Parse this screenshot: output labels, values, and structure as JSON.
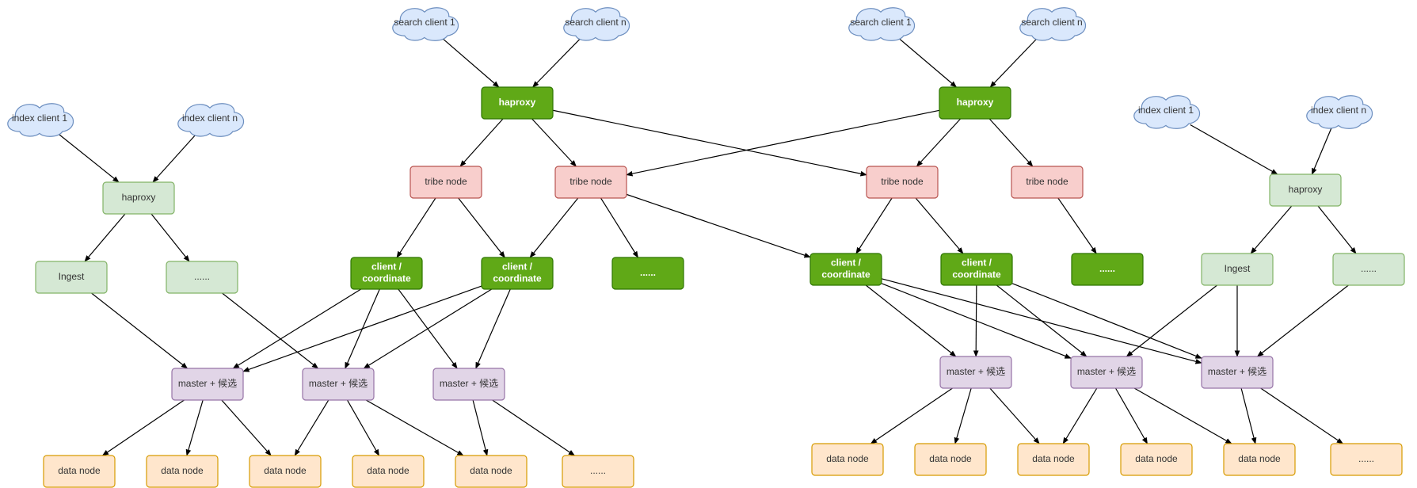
{
  "colors": {
    "cloud_fill": "#dae8fc",
    "cloud_stroke": "#6c8ebf",
    "green_light_fill": "#d5e8d4",
    "green_light_stroke": "#82b366",
    "green_dark_fill": "#60a917",
    "green_dark_stroke": "#2d7600",
    "red_fill": "#f8cecc",
    "red_stroke": "#b85450",
    "purple_fill": "#e1d5e7",
    "purple_stroke": "#9673a6",
    "orange_fill": "#ffe6cc",
    "orange_stroke": "#d79b00",
    "edge": "#000000"
  },
  "nodes": [
    {
      "id": "ic1_l",
      "kind": "cloud",
      "lines": [
        "index client 1"
      ]
    },
    {
      "id": "icn_l",
      "kind": "cloud",
      "lines": [
        "index client n"
      ]
    },
    {
      "id": "hap_l",
      "kind": "green-light",
      "lines": [
        "haproxy"
      ]
    },
    {
      "id": "ing_l",
      "kind": "green-light",
      "lines": [
        "Ingest"
      ]
    },
    {
      "id": "dots_l",
      "kind": "green-light",
      "lines": [
        "......"
      ]
    },
    {
      "id": "sc1_a",
      "kind": "cloud",
      "lines": [
        "search client 1"
      ]
    },
    {
      "id": "scn_a",
      "kind": "cloud",
      "lines": [
        "search client n"
      ]
    },
    {
      "id": "hap_a",
      "kind": "green-dark",
      "lines": [
        "haproxy"
      ]
    },
    {
      "id": "tn1",
      "kind": "red",
      "lines": [
        "tribe node"
      ]
    },
    {
      "id": "tn2",
      "kind": "red",
      "lines": [
        "tribe node"
      ]
    },
    {
      "id": "cc1",
      "kind": "green-dark",
      "lines": [
        "client /",
        "coordinate"
      ]
    },
    {
      "id": "cc2",
      "kind": "green-dark",
      "lines": [
        "client /",
        "coordinate"
      ]
    },
    {
      "id": "gdots_a",
      "kind": "green-dark",
      "lines": [
        "......"
      ]
    },
    {
      "id": "m1",
      "kind": "purple",
      "lines": [
        "master + 候选"
      ]
    },
    {
      "id": "m2",
      "kind": "purple",
      "lines": [
        "master + 候选"
      ]
    },
    {
      "id": "m3",
      "kind": "purple",
      "lines": [
        "master + 候选"
      ]
    },
    {
      "id": "d1",
      "kind": "orange",
      "lines": [
        "data node"
      ]
    },
    {
      "id": "d2",
      "kind": "orange",
      "lines": [
        "data node"
      ]
    },
    {
      "id": "d3",
      "kind": "orange",
      "lines": [
        "data node"
      ]
    },
    {
      "id": "d4",
      "kind": "orange",
      "lines": [
        "data node"
      ]
    },
    {
      "id": "d5",
      "kind": "orange",
      "lines": [
        "data node"
      ]
    },
    {
      "id": "d6",
      "kind": "orange",
      "lines": [
        "......"
      ]
    },
    {
      "id": "sc1_b",
      "kind": "cloud",
      "lines": [
        "search client 1"
      ]
    },
    {
      "id": "scn_b",
      "kind": "cloud",
      "lines": [
        "search client n"
      ]
    },
    {
      "id": "hap_b",
      "kind": "green-dark",
      "lines": [
        "haproxy"
      ]
    },
    {
      "id": "tn3",
      "kind": "red",
      "lines": [
        "tribe node"
      ]
    },
    {
      "id": "tn4",
      "kind": "red",
      "lines": [
        "tribe node"
      ]
    },
    {
      "id": "cc3",
      "kind": "green-dark",
      "lines": [
        "client /",
        "coordinate"
      ]
    },
    {
      "id": "cc4",
      "kind": "green-dark",
      "lines": [
        "client /",
        "coordinate"
      ]
    },
    {
      "id": "gdots_b",
      "kind": "green-dark",
      "lines": [
        "......"
      ]
    },
    {
      "id": "ic1_r",
      "kind": "cloud",
      "lines": [
        "index client 1"
      ]
    },
    {
      "id": "icn_r",
      "kind": "cloud",
      "lines": [
        "index client n"
      ]
    },
    {
      "id": "hap_r",
      "kind": "green-light",
      "lines": [
        "haproxy"
      ]
    },
    {
      "id": "ing_r",
      "kind": "green-light",
      "lines": [
        "Ingest"
      ]
    },
    {
      "id": "dots_r",
      "kind": "green-light",
      "lines": [
        "......"
      ]
    },
    {
      "id": "m4",
      "kind": "purple",
      "lines": [
        "master + 候选"
      ]
    },
    {
      "id": "m5",
      "kind": "purple",
      "lines": [
        "master + 候选"
      ]
    },
    {
      "id": "m6",
      "kind": "purple",
      "lines": [
        "master + 候选"
      ]
    },
    {
      "id": "d7",
      "kind": "orange",
      "lines": [
        "data node"
      ]
    },
    {
      "id": "d8",
      "kind": "orange",
      "lines": [
        "data node"
      ]
    },
    {
      "id": "d9",
      "kind": "orange",
      "lines": [
        "data node"
      ]
    },
    {
      "id": "d10",
      "kind": "orange",
      "lines": [
        "data node"
      ]
    },
    {
      "id": "d11",
      "kind": "orange",
      "lines": [
        "data node"
      ]
    },
    {
      "id": "d12",
      "kind": "orange",
      "lines": [
        "......"
      ]
    }
  ],
  "edges": [
    [
      "ic1_l",
      "hap_l"
    ],
    [
      "icn_l",
      "hap_l"
    ],
    [
      "hap_l",
      "ing_l"
    ],
    [
      "hap_l",
      "dots_l"
    ],
    [
      "ing_l",
      "m1"
    ],
    [
      "dots_l",
      "m2"
    ],
    [
      "sc1_a",
      "hap_a"
    ],
    [
      "scn_a",
      "hap_a"
    ],
    [
      "hap_a",
      "tn1"
    ],
    [
      "hap_a",
      "tn2"
    ],
    [
      "hap_a",
      "tn3"
    ],
    [
      "tn1",
      "cc1"
    ],
    [
      "tn1",
      "cc2"
    ],
    [
      "tn2",
      "cc2"
    ],
    [
      "tn2",
      "gdots_a"
    ],
    [
      "tn2",
      "cc3"
    ],
    [
      "cc1",
      "m1"
    ],
    [
      "cc1",
      "m2"
    ],
    [
      "cc1",
      "m3"
    ],
    [
      "cc2",
      "m1"
    ],
    [
      "cc2",
      "m2"
    ],
    [
      "cc2",
      "m3"
    ],
    [
      "m1",
      "d1"
    ],
    [
      "m1",
      "d2"
    ],
    [
      "m1",
      "d3"
    ],
    [
      "m2",
      "d3"
    ],
    [
      "m2",
      "d4"
    ],
    [
      "m2",
      "d5"
    ],
    [
      "m3",
      "d5"
    ],
    [
      "m3",
      "d6"
    ],
    [
      "sc1_b",
      "hap_b"
    ],
    [
      "scn_b",
      "hap_b"
    ],
    [
      "hap_b",
      "tn2"
    ],
    [
      "hap_b",
      "tn3"
    ],
    [
      "hap_b",
      "tn4"
    ],
    [
      "tn3",
      "cc3"
    ],
    [
      "tn3",
      "cc4"
    ],
    [
      "tn4",
      "gdots_b"
    ],
    [
      "cc3",
      "m4"
    ],
    [
      "cc3",
      "m5"
    ],
    [
      "cc3",
      "m6"
    ],
    [
      "cc4",
      "m4"
    ],
    [
      "cc4",
      "m5"
    ],
    [
      "cc4",
      "m6"
    ],
    [
      "ic1_r",
      "hap_r"
    ],
    [
      "icn_r",
      "hap_r"
    ],
    [
      "hap_r",
      "ing_r"
    ],
    [
      "hap_r",
      "dots_r"
    ],
    [
      "ing_r",
      "m5"
    ],
    [
      "ing_r",
      "m6"
    ],
    [
      "dots_r",
      "m6"
    ],
    [
      "m4",
      "d7"
    ],
    [
      "m4",
      "d8"
    ],
    [
      "m4",
      "d9"
    ],
    [
      "m5",
      "d9"
    ],
    [
      "m5",
      "d10"
    ],
    [
      "m5",
      "d11"
    ],
    [
      "m6",
      "d11"
    ],
    [
      "m6",
      "d12"
    ]
  ]
}
